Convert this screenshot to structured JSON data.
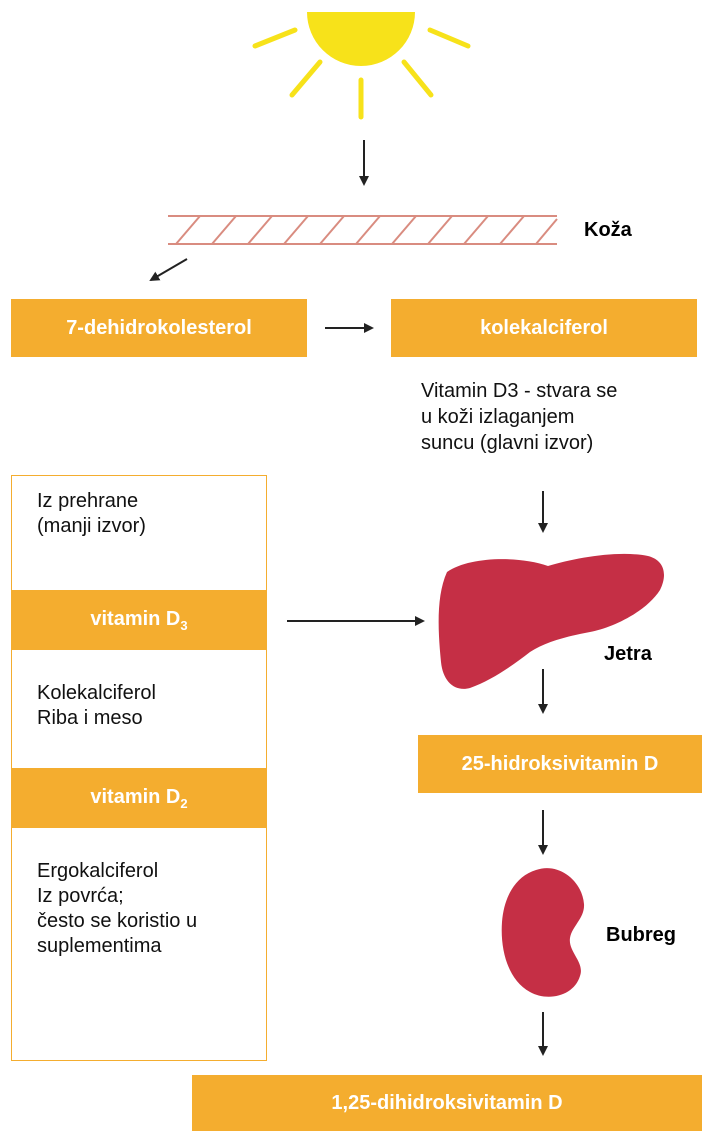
{
  "labels": {
    "skin": "Koža",
    "liver": "Jetra",
    "kidney": "Bubreg"
  },
  "boxes": {
    "dehydro": "7-dehidrokolesterol",
    "chole": "kolekalciferol",
    "hydroxy25": "25-hidroksivitamin D",
    "dihydroxy": "1,25-dihidroksivitamin D"
  },
  "skin_note": {
    "lines": [
      "Vitamin D3 - stvara se",
      "u koži izlaganjem",
      "suncu (glavni izvor)"
    ]
  },
  "diet_panel": {
    "intro": [
      "Iz prehrane",
      "(manji izvor)"
    ],
    "d3": {
      "name": "vitamin D",
      "sub": "3"
    },
    "d3_desc": [
      "Kolekalciferol",
      "Riba i meso"
    ],
    "d2": {
      "name": "vitamin D",
      "sub": "2"
    },
    "d2_desc": [
      "Ergokalciferol",
      "Iz povrća;",
      "često se koristio u",
      "suplementima"
    ]
  },
  "colors": {
    "accent_orange": "#f4ad2f",
    "sun_yellow": "#f7e21a",
    "organ_red": "#c52f45",
    "skin_lines": "#d98c80"
  }
}
